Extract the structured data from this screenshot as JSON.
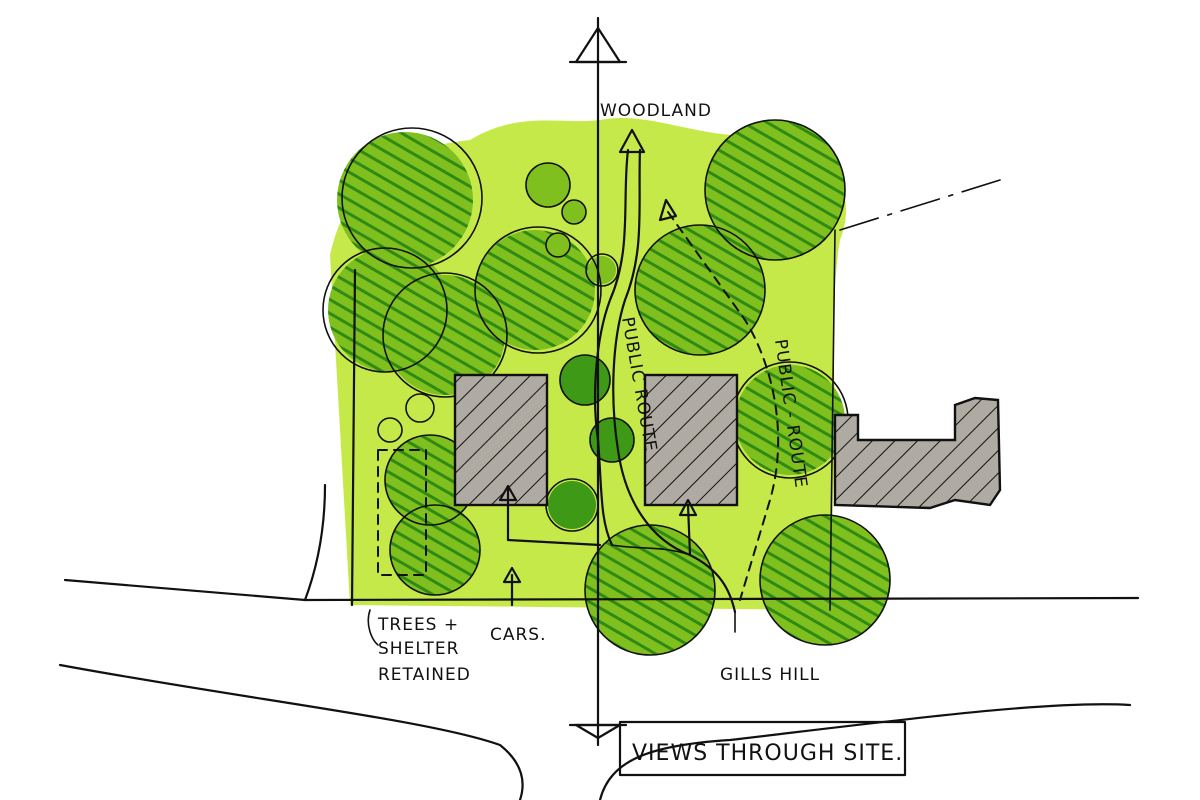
{
  "labels": {
    "top": "WOODLAND",
    "route_main": "PUBLIC ROUTE",
    "route_side": "PUBLIC - ROUTE",
    "trees_line1": "TREES +",
    "trees_line2": "SHELTER",
    "trees_line3": "RETAINED",
    "cars": "CARS.",
    "road": "GILLS HILL",
    "title": "VIEWS THROUGH SITE."
  },
  "colors": {
    "ground_green": "#c6e94a",
    "tree_green": "#7fbf1e",
    "tree_dark": "#2f8a14",
    "building_fill": "#b0aba2",
    "ink": "#111111"
  }
}
